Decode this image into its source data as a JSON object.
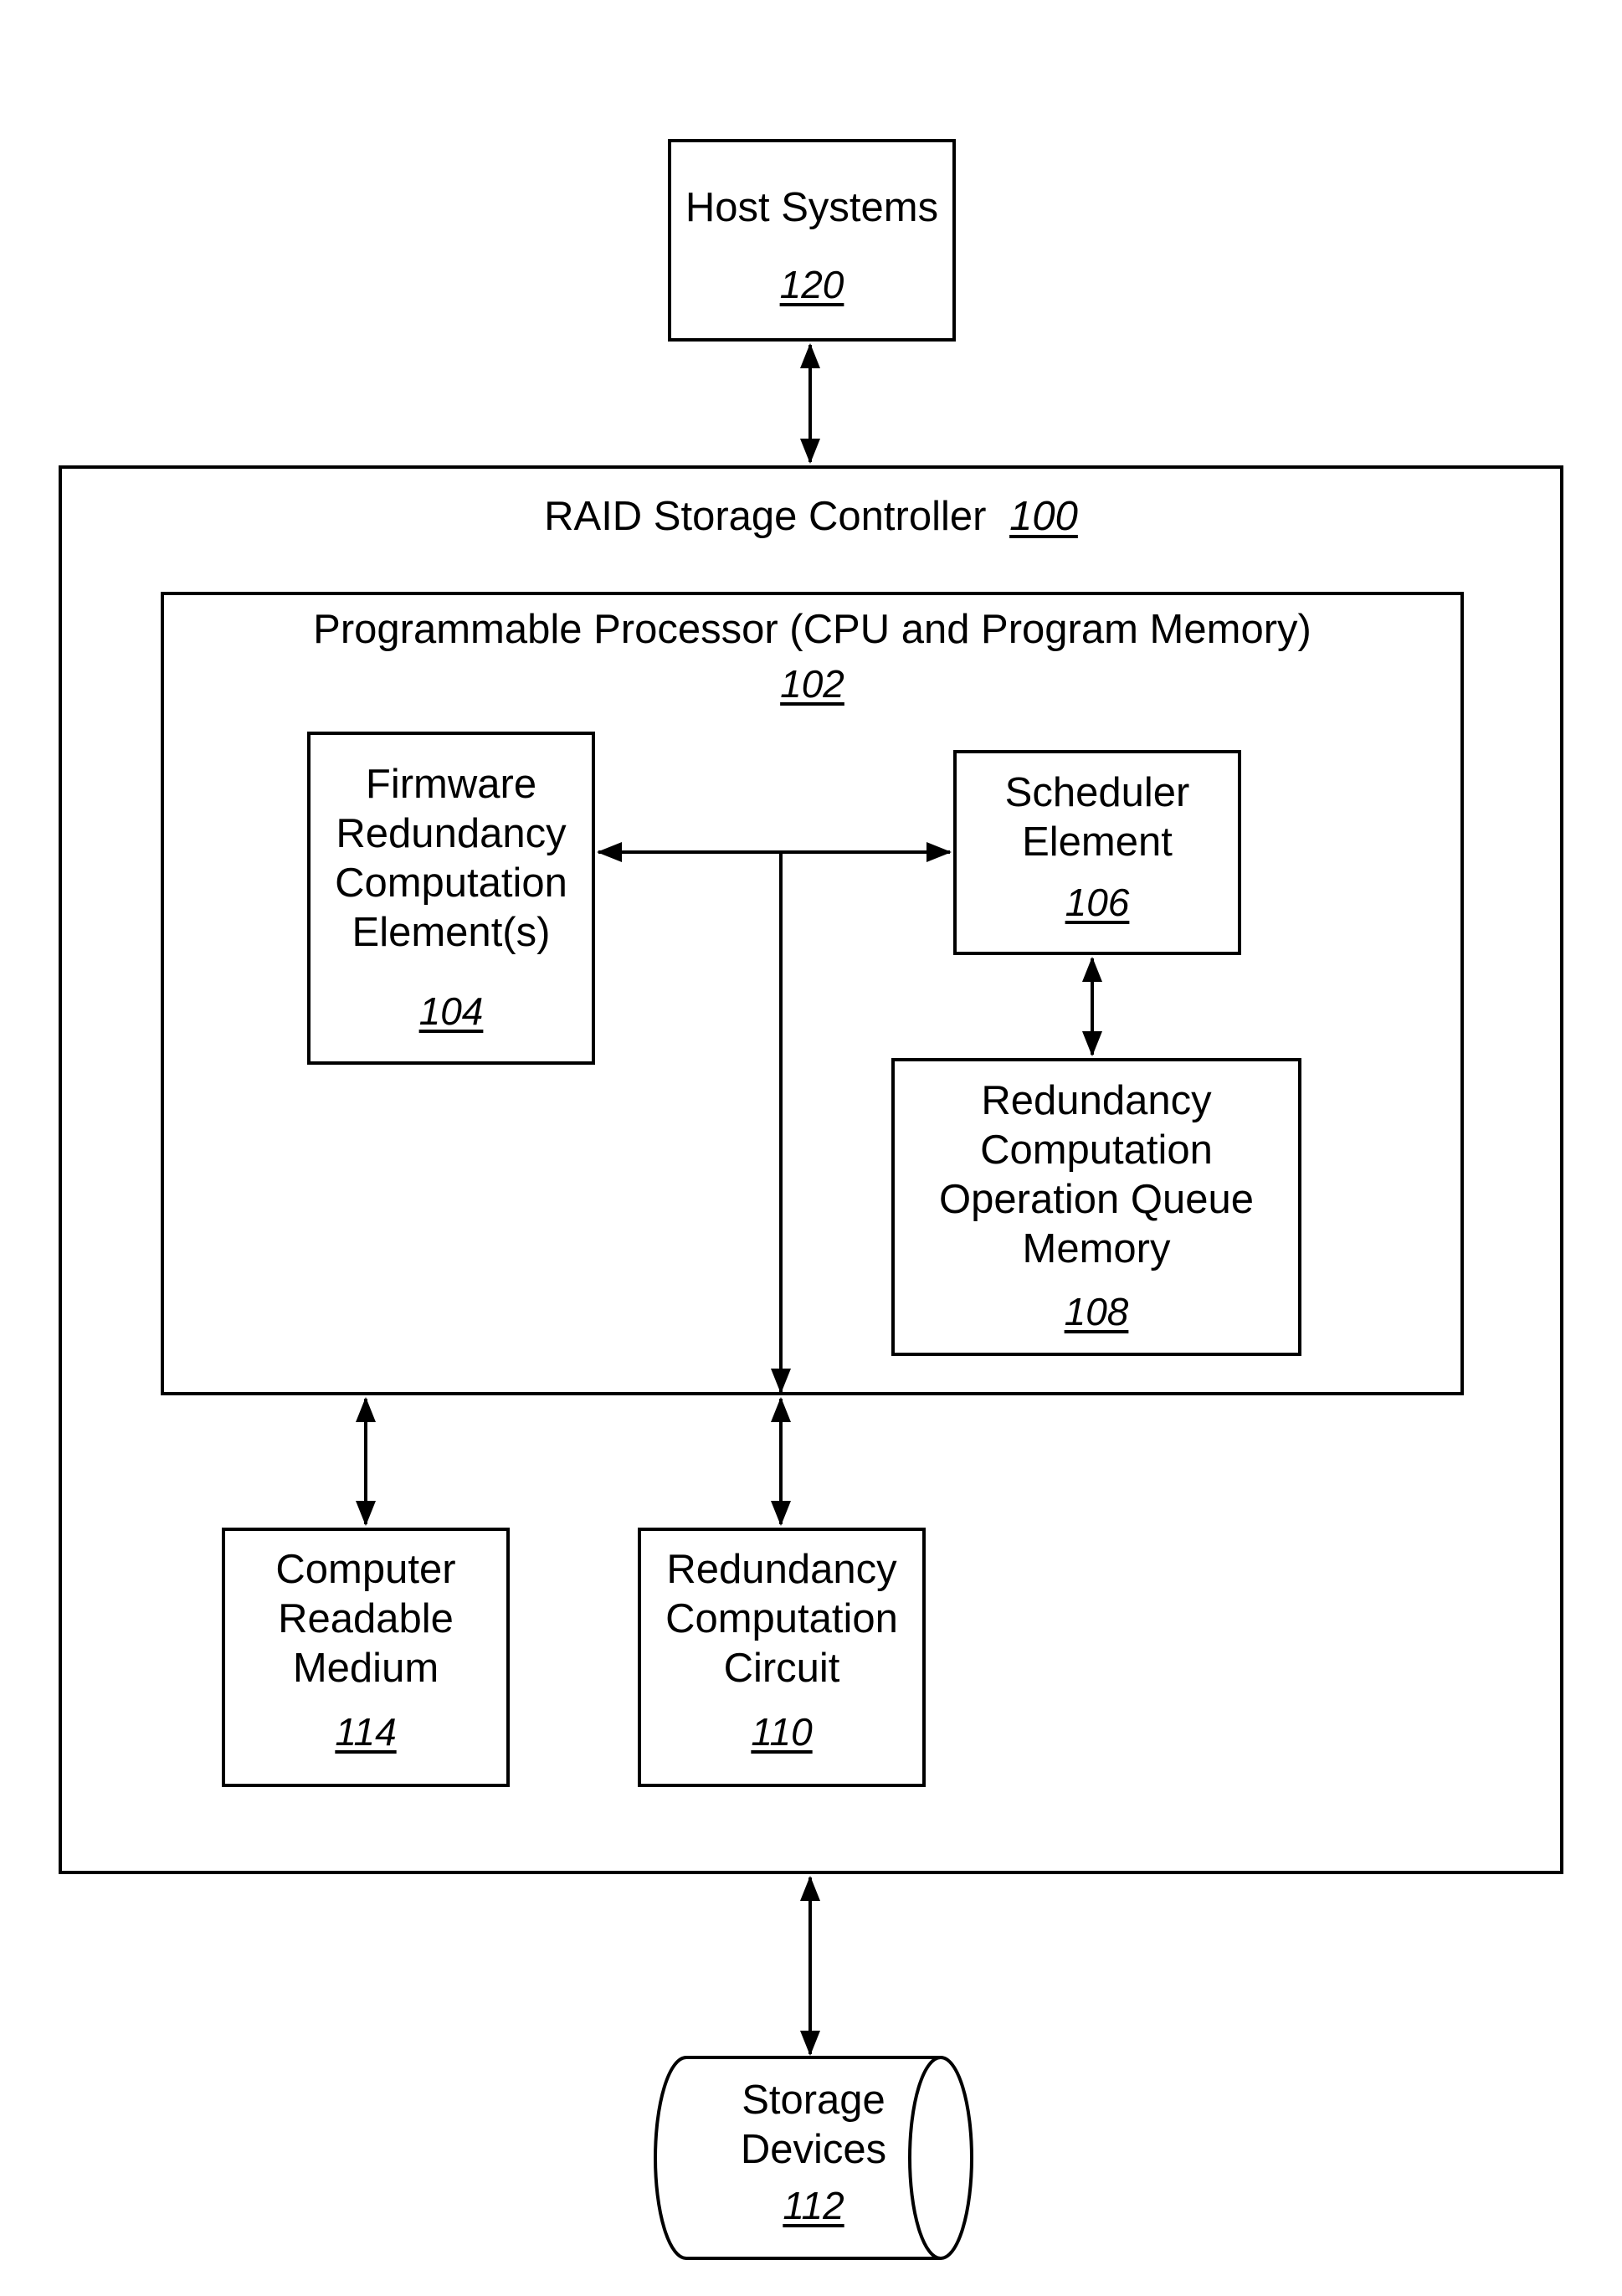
{
  "host": {
    "label": "Host Systems",
    "ref": "120"
  },
  "controller": {
    "label": "RAID Storage Controller",
    "ref": "100"
  },
  "processor": {
    "label": "Programmable Processor (CPU and Program Memory)",
    "ref": "102"
  },
  "firmware": {
    "line1": "Firmware",
    "line2": "Redundancy",
    "line3": "Computation",
    "line4": "Element(s)",
    "ref": "104"
  },
  "scheduler": {
    "line1": "Scheduler",
    "line2": "Element",
    "ref": "106"
  },
  "queue": {
    "line1": "Redundancy",
    "line2": "Computation",
    "line3": "Operation Queue",
    "line4": "Memory",
    "ref": "108"
  },
  "medium": {
    "line1": "Computer",
    "line2": "Readable",
    "line3": "Medium",
    "ref": "114"
  },
  "circuit": {
    "line1": "Redundancy",
    "line2": "Computation",
    "line3": "Circuit",
    "ref": "110"
  },
  "storage": {
    "line1": "Storage",
    "line2": "Devices",
    "ref": "112"
  }
}
